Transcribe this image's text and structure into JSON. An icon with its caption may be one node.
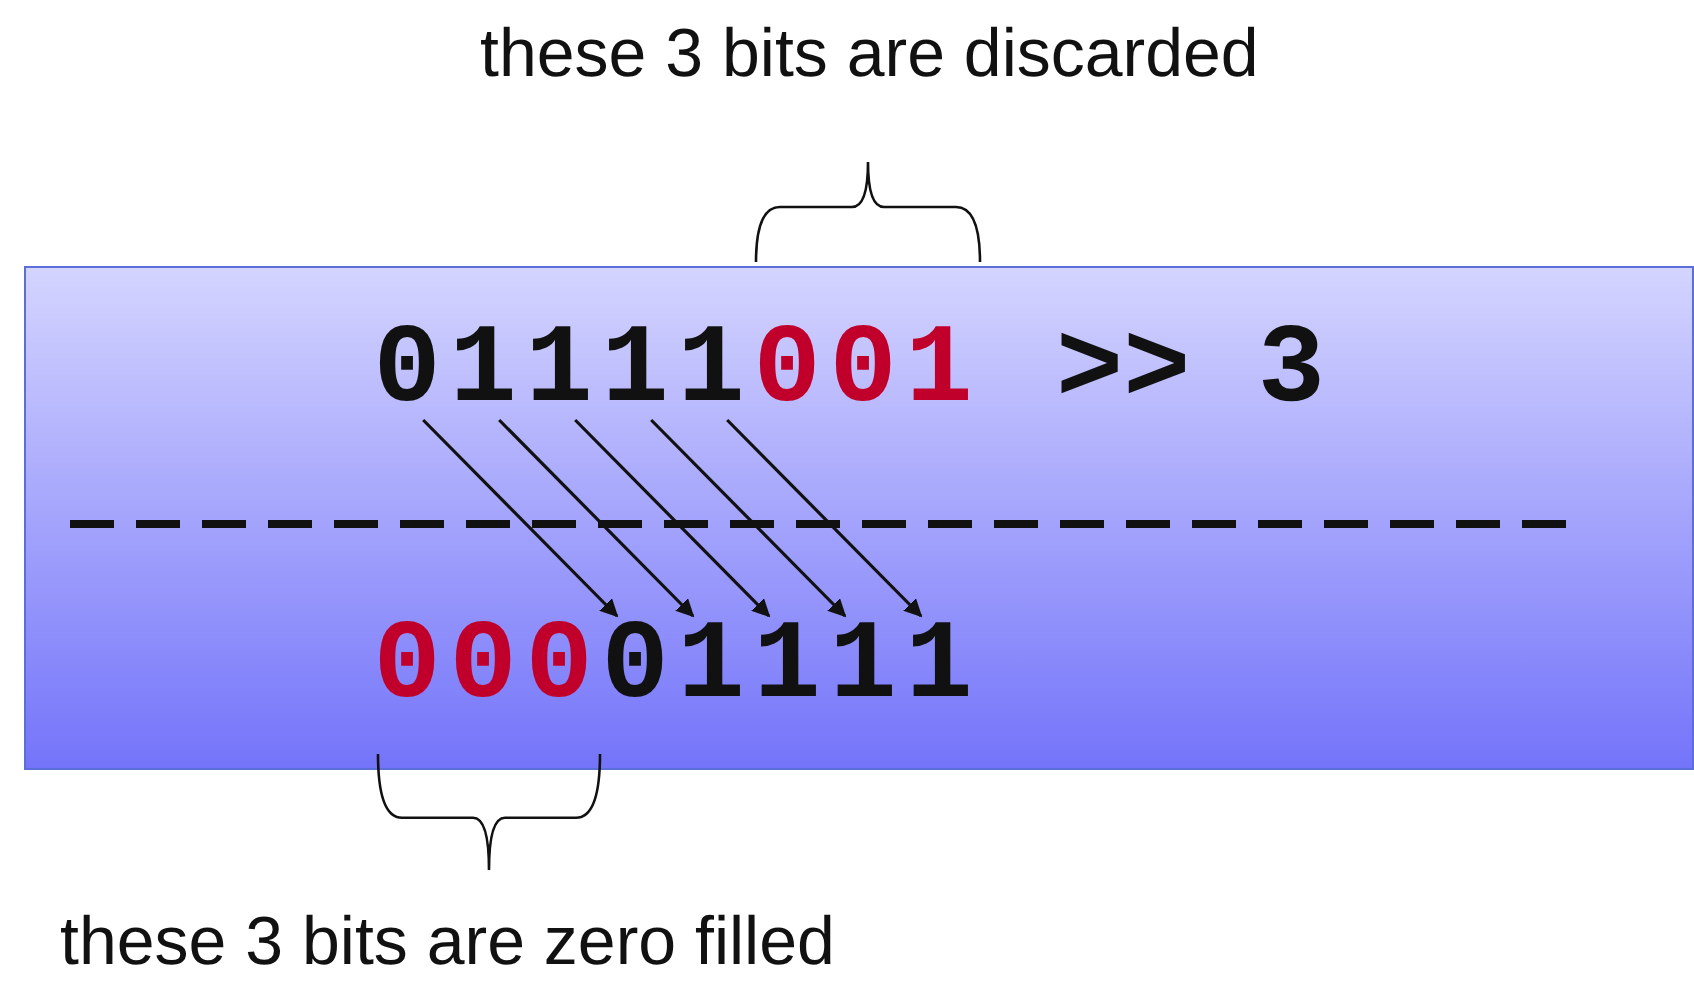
{
  "diagram": {
    "nodes": [
      {
        "text": [],
        "shape": "box"
      },
      {
        "text": [
          "0"
        ],
        "in": 0
      },
      {
        "text": [
          "1"
        ],
        "in": 0
      },
      {
        "text": [
          "1"
        ],
        "in": 0
      },
      {
        "text": [
          "1"
        ],
        "in": 0
      },
      {
        "text": [
          "1"
        ],
        "in": 0
      },
      {
        "text": [
          "0"
        ],
        "in": 0
      },
      {
        "text": [
          "0"
        ],
        "in": 0
      },
      {
        "text": [
          "1"
        ],
        "in": 0
      },
      {
        "text": [
          "0"
        ],
        "in": 0
      },
      {
        "text": [
          "0"
        ],
        "in": 0
      },
      {
        "text": [
          "0"
        ],
        "in": 0
      },
      {
        "text": [
          "0"
        ],
        "in": 0
      },
      {
        "text": [
          "1"
        ],
        "in": 0
      },
      {
        "text": [
          "1"
        ],
        "in": 0
      },
      {
        "text": [
          "1"
        ],
        "in": 0
      },
      {
        "text": [
          "1"
        ],
        "in": 0
      }
    ],
    "edges": [
      {
        "from": 1,
        "to": 12,
        "arrow": "to"
      },
      {
        "from": 2,
        "to": 13,
        "arrow": "to"
      },
      {
        "from": 3,
        "to": 14,
        "arrow": "to"
      },
      {
        "from": 4,
        "to": 15,
        "arrow": "to"
      },
      {
        "from": 5,
        "to": 16,
        "arrow": "to"
      }
    ],
    "labels": [
      "these 3 bits are discarded",
      ">> 3",
      "these 3 bits are zero filled"
    ]
  }
}
